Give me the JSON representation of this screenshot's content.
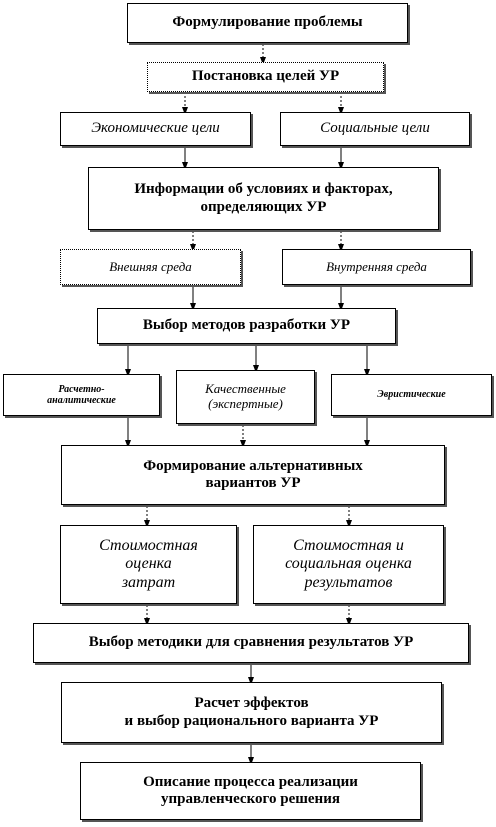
{
  "nodes": {
    "problem": "Формулирование проблемы",
    "goals": "Постановка целей УР",
    "econ_goals": "Экономические цели",
    "social_goals": "Социальные цели",
    "info": "Информации об условиях и факторах,\nопределяющих УР",
    "external": "Внешняя среда",
    "internal": "Внутренняя среда",
    "methods": "Выбор методов разработки УР",
    "calc": "Расчетно-\nаналитические",
    "qual": "Качественные\n(экспертные)",
    "heur": "Эвристические",
    "alternatives": "Формирование альтернативных\nвариантов УР",
    "cost": "Стоимостная\nоценка\nзатрат",
    "cost_social": "Стоимостная и\nсоциальная оценка\nрезультатов",
    "compare": "Выбор методики для сравнения результатов УР",
    "effects": "Расчет эффектов\nи выбор рационального варианта УР",
    "description": "Описание процесса реализации\nуправленческого решения"
  }
}
